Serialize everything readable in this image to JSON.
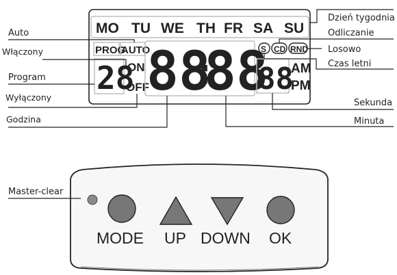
{
  "lcd": {
    "days": [
      "MO",
      "TU",
      "WE",
      "TH",
      "FR",
      "SA",
      "SU"
    ],
    "prog": "PROG",
    "auto": "AUTO",
    "on": "ON",
    "off": "OFF",
    "program_digits": "28",
    "hours": "88",
    "colon": ":",
    "minutes": "88",
    "seconds": "88",
    "am": "AM",
    "pm": "PM",
    "s": "S",
    "cd": "CD",
    "rnd": "RND"
  },
  "labels": {
    "day_of_week": "Dzień tygodnia",
    "countdown": "Odliczanie",
    "random": "Losowo",
    "summer_time": "Czas letni",
    "second": "Sekunda",
    "minute": "Minuta",
    "auto": "Auto",
    "on": "Włączony",
    "program": "Program",
    "off": "Wyłączony",
    "hour": "Godzina",
    "master_clear": "Master-clear"
  },
  "buttons": {
    "mode": "MODE",
    "up": "UP",
    "down": "DOWN",
    "ok": "OK"
  },
  "colors": {
    "button_fill": "#777777",
    "lcd_border": "#222222",
    "segment_box": "#bdbdbd"
  }
}
